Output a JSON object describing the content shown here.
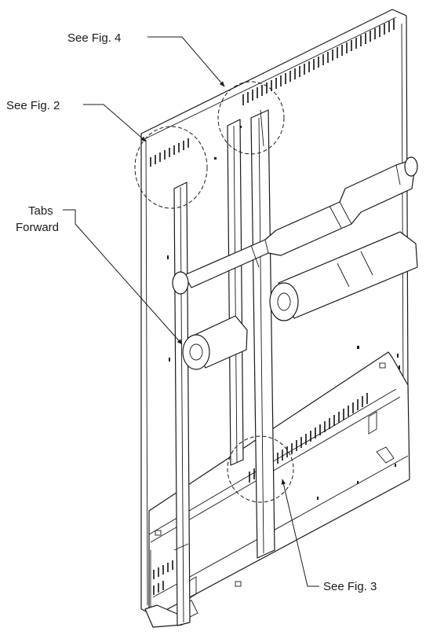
{
  "labels": {
    "fig4": "See Fig. 4",
    "fig2": "See Fig. 2",
    "tabs_line1": "Tabs",
    "tabs_line2": "Forward",
    "fig3": "See Fig. 3"
  },
  "colors": {
    "line": "#1a1a1a",
    "background": "#ffffff"
  }
}
